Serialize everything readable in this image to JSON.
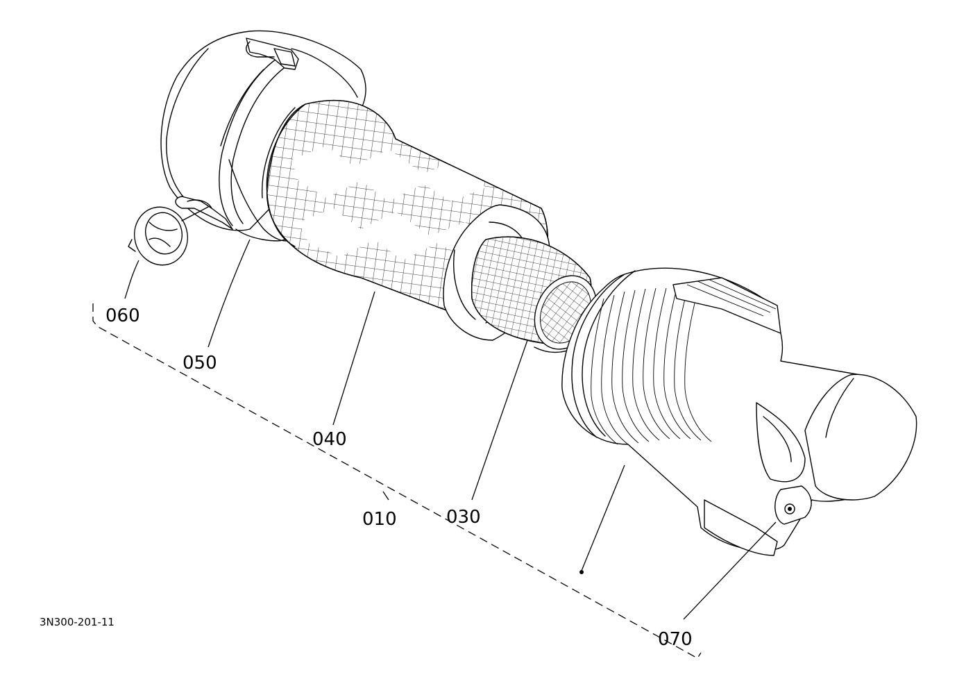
{
  "diagram": {
    "drawing_code": "3N300-201-11",
    "callouts": {
      "p010": "010",
      "p030": "030",
      "p040": "040",
      "p050": "050",
      "p060": "060",
      "p070": "070"
    }
  }
}
